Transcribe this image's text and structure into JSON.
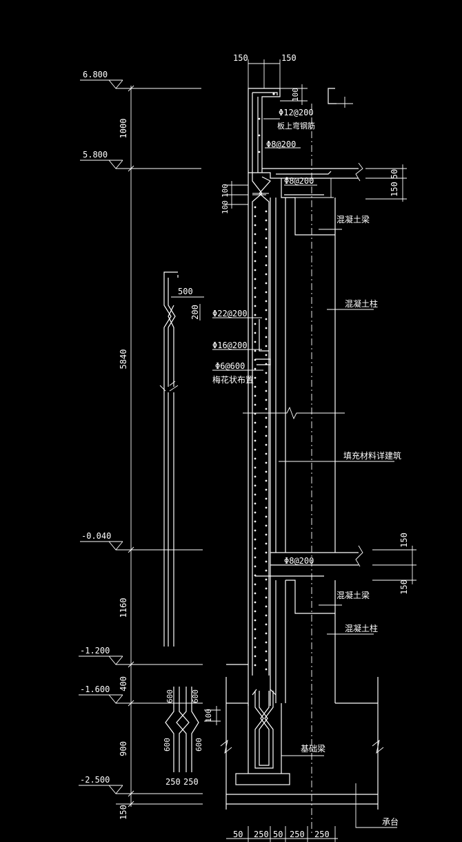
{
  "elevations": {
    "e6800": "6.800",
    "e5800": "5.800",
    "em0040": "-0.040",
    "em1200": "-1.200",
    "em1600": "-1.600",
    "em2500": "-2.500"
  },
  "dims": {
    "left_1000": "1000",
    "left_5840": "5840",
    "left_1160": "1160",
    "left_400": "400",
    "left_900": "900",
    "left_150": "150",
    "top_150a": "150",
    "top_150b": "150",
    "top_100": "100",
    "right_50": "50",
    "right_150a": "150",
    "right_150b": "150",
    "right_150c": "150",
    "wall_100a": "100",
    "wall_100b": "100",
    "detail_500": "500",
    "detail_200": "200",
    "detail_600a": "600",
    "detail_600b": "600",
    "detail_600c": "600",
    "detail_600d": "600",
    "detail_100": "100",
    "detail_250a": "250",
    "detail_250b": "250",
    "bottom_50a": "50",
    "bottom_250a": "250",
    "bottom_50b": "50",
    "bottom_250b": "250",
    "bottom_250c": "250"
  },
  "labels": {
    "rebar_top_12": "Φ12@200",
    "slab_top_rebar": "板上弯钢筋",
    "rebar_8_a": "Φ8@200",
    "rebar_8_b": "Φ8@200",
    "rebar_8_c": "Φ8@200",
    "concrete_beam_1": "混凝土梁",
    "concrete_column_1": "混凝土柱",
    "rebar_22": "Φ22@200",
    "rebar_16": "Φ16@200",
    "rebar_6": "Φ6@600",
    "quincunx": "梅花状布置",
    "fill_material": "填充材料详建筑",
    "concrete_beam_2": "混凝土梁",
    "concrete_column_2": "混凝土柱",
    "foundation_beam": "基础梁",
    "pile_cap": "承台"
  }
}
